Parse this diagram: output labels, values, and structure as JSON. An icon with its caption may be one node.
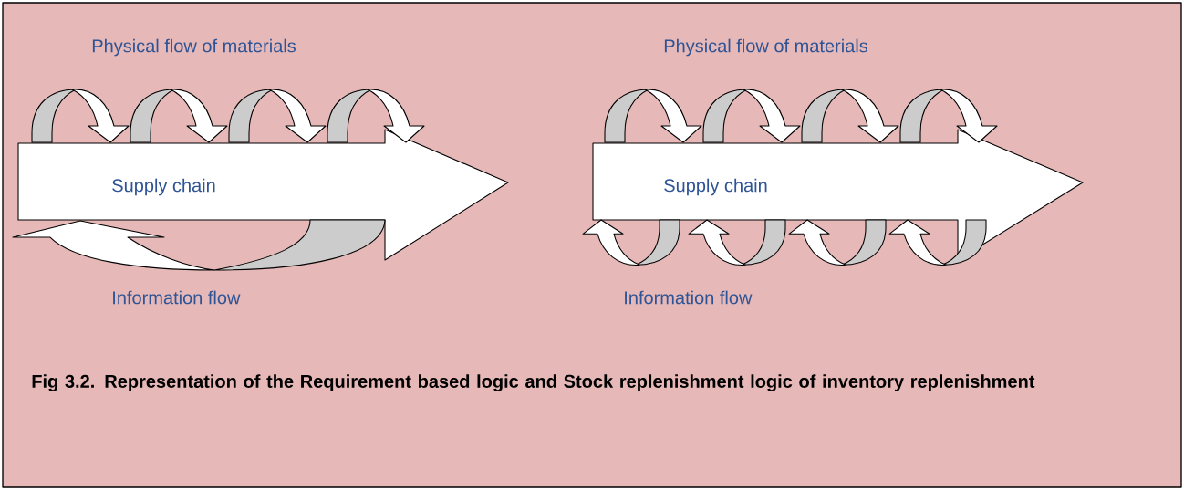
{
  "diagram": {
    "caption": "Fig 3.2. Representation of the Requirement based logic and Stock replenishment logic of inventory replenishment",
    "nodes": [
      {
        "text": [
          "Supply chain"
        ]
      },
      {
        "text": [
          "Supply chain"
        ]
      }
    ],
    "labels": [
      "Physical flow of materials",
      "Physical flow of materials",
      "Information flow",
      "Information flow"
    ]
  }
}
